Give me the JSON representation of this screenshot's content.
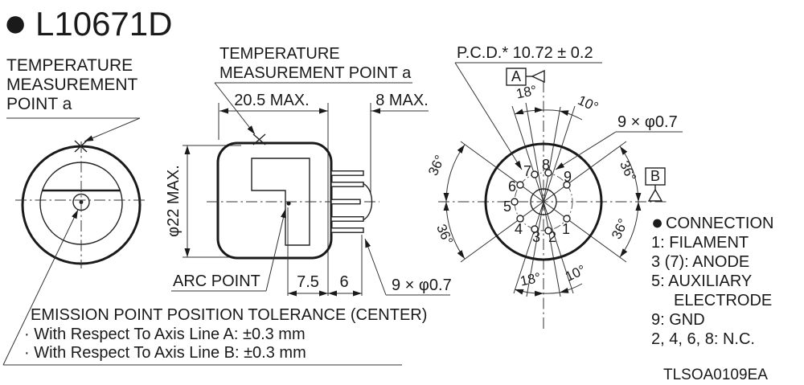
{
  "header": {
    "bullet": "●",
    "title": "L10671D"
  },
  "left_view": {
    "label": [
      "TEMPERATURE",
      "MEASUREMENT",
      "POINT a"
    ]
  },
  "side_view": {
    "temp_label_line1": "TEMPERATURE",
    "temp_label_line2": "MEASUREMENT POINT a",
    "dim_length": "20.5 MAX.",
    "dim_pin_length": "8 MAX.",
    "dim_diameter": "φ22 MAX.",
    "arc_point": "ARC POINT",
    "dim_arc_offset": "7.5",
    "dim_pin_len": "6",
    "pin_note": "9 × φ0.7"
  },
  "pin_view": {
    "pcd": "P.C.D.* 10.72 ± 0.2",
    "datum_a": "A",
    "datum_b": "B",
    "pin_note": "9 × φ0.7",
    "angle_18": "18°",
    "angle_10": "10°",
    "angle_36": "36°",
    "pins": [
      "1",
      "2",
      "3",
      "4",
      "5",
      "6",
      "7",
      "8",
      "9"
    ]
  },
  "connection": {
    "bullet": "●",
    "title": "CONNECTION",
    "lines": [
      "1: FILAMENT",
      "3 (7): ANODE",
      "5: AUXILIARY",
      "ELECTRODE",
      "9: GND",
      "2, 4, 6, 8: N.C."
    ]
  },
  "tolerance": {
    "title": "EMISSION POINT POSITION TOLERANCE (CENTER)",
    "items": [
      "· With Respect To Axis Line A: ±0.3 mm",
      "· With Respect To Axis Line B: ±0.3 mm"
    ]
  },
  "doc_code": "TLSOA0109EA",
  "colors": {
    "ink": "#1a1a1a"
  }
}
